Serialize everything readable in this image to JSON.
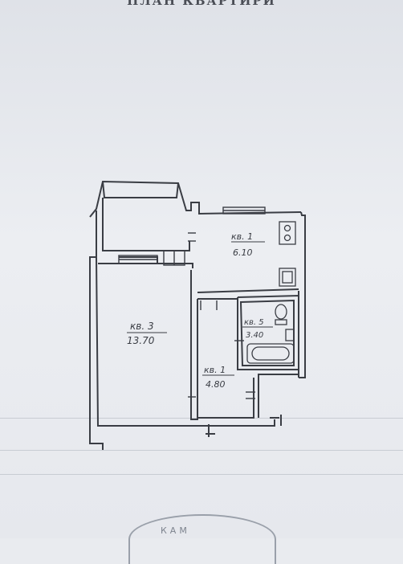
{
  "header": {
    "title": "ПЛАН КВАРТИРИ"
  },
  "rooms": [
    {
      "code": "кв. 1",
      "area": "6.10"
    },
    {
      "code": "кв. 3",
      "area": "13.70"
    },
    {
      "code": "кв. 5",
      "area": "3.40"
    },
    {
      "code": "кв. 1",
      "area": "4.80"
    }
  ],
  "stamp": {
    "text": "КАМ"
  },
  "colors": {
    "ink": "#3a3d44",
    "paper": "#e9ebef"
  }
}
